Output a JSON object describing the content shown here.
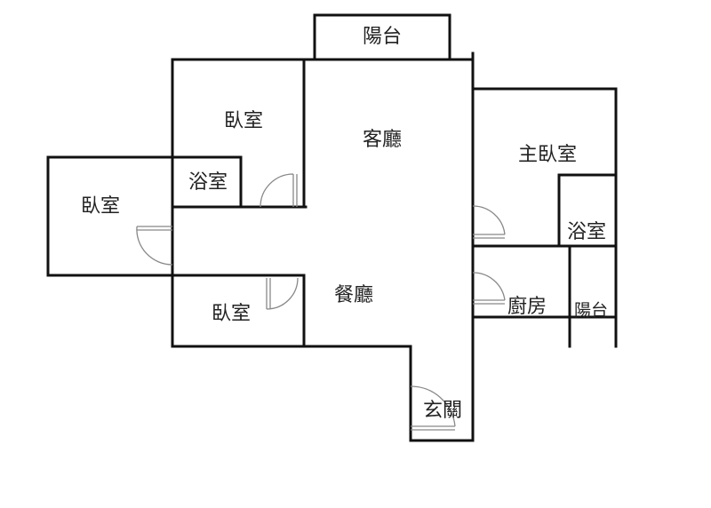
{
  "floorplan": {
    "rooms": {
      "balcony_top": "陽台",
      "living_room": "客廳",
      "bedroom_upper": "臥室",
      "bathroom_left": "浴室",
      "bedroom_left": "臥室",
      "bedroom_lower": "臥室",
      "dining_room": "餐廳",
      "entrance": "玄關",
      "master_bedroom": "主臥室",
      "bathroom_right": "浴室",
      "kitchen": "廚房",
      "balcony_right": "陽台"
    },
    "colors": {
      "wall": "#111111",
      "door": "#888888"
    }
  }
}
